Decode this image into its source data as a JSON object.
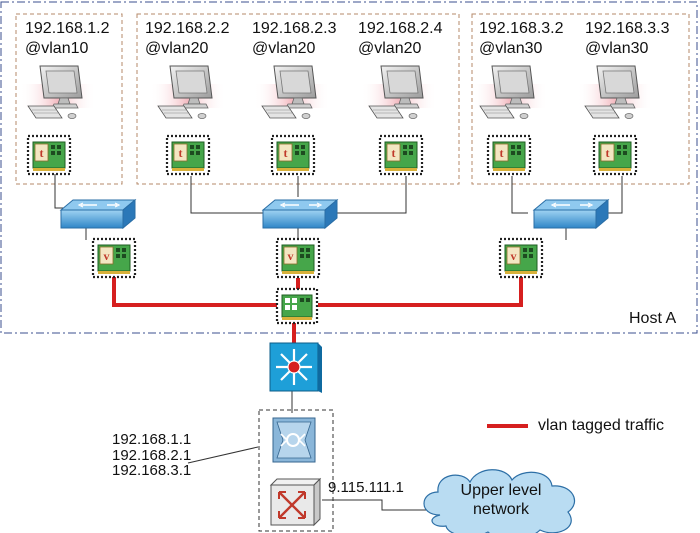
{
  "hosts": [
    {
      "ip": "192.168.1.2",
      "vlan": "@vlan10"
    },
    {
      "ip": "192.168.2.2",
      "vlan": "@vlan20"
    },
    {
      "ip": "192.168.2.3",
      "vlan": "@vlan20"
    },
    {
      "ip": "192.168.2.4",
      "vlan": "@vlan20"
    },
    {
      "ip": "192.168.3.2",
      "vlan": "@vlan30"
    },
    {
      "ip": "192.168.3.3",
      "vlan": "@vlan30"
    }
  ],
  "host_label": "Host A",
  "gateway_ips": [
    "192.168.1.1",
    "192.168.2.1",
    "192.168.3.1"
  ],
  "uplink_ip": "9.115.111.1",
  "cloud": {
    "line1": "Upper level",
    "line2": "network"
  },
  "legend": {
    "label": "vlan tagged traffic",
    "color": "#d61f1f"
  },
  "nic_letters": {
    "host_nic": "t",
    "vlan_nic": "v"
  },
  "colors": {
    "tagged_line": "#d61f1f",
    "switch_blue": "#1e9fd8",
    "cloud": "#b9dcf2"
  }
}
